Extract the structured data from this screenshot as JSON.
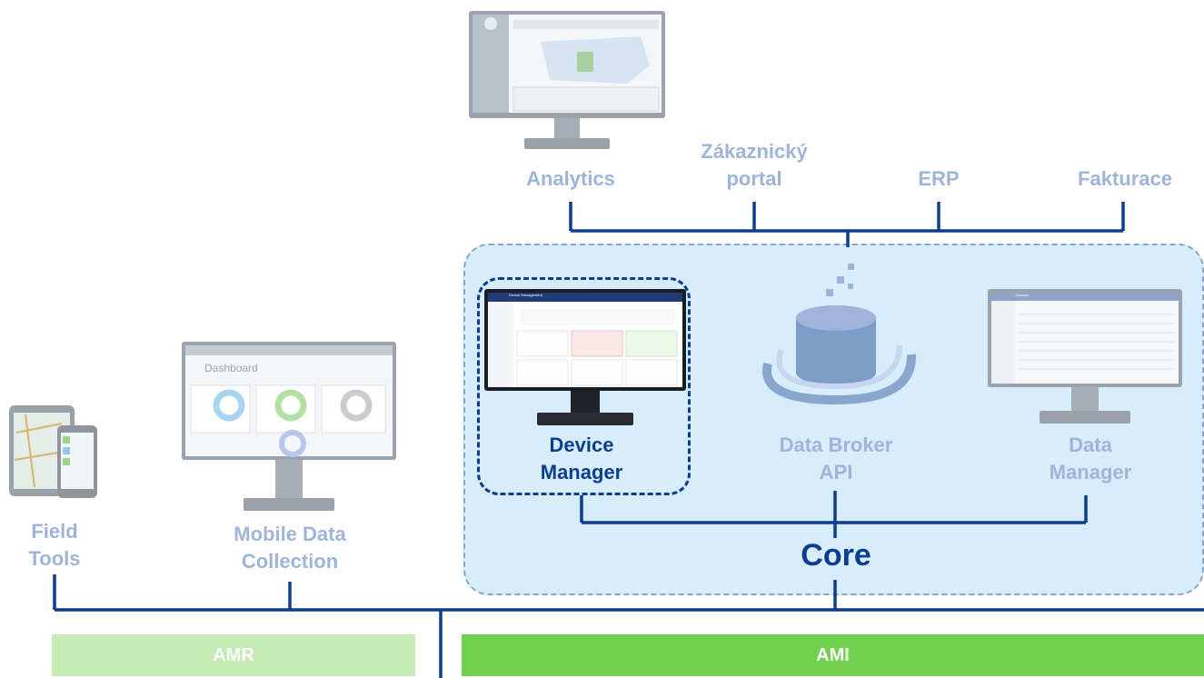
{
  "top_labels": {
    "analytics": "Analytics",
    "zakaznicky_portal": [
      "Zákaznický",
      "portal"
    ],
    "erp": "ERP",
    "fakturace": "Fakturace"
  },
  "core": {
    "title": "Core",
    "device_manager": [
      "Device",
      "Manager"
    ],
    "data_broker": [
      "Data Broker",
      "API"
    ],
    "data_manager": [
      "Data",
      "Manager"
    ]
  },
  "field": {
    "field_tools": [
      "Field",
      "Tools"
    ],
    "mobile_data": [
      "Mobile Data",
      "Collection"
    ]
  },
  "bands": {
    "amr": "AMR",
    "ami": "AMI"
  },
  "screens": {
    "dashboard_title": "Dashboard",
    "device_management_title": "Device Management",
    "data_manager_title": "Devices"
  },
  "colors": {
    "line": "#0d3d8f",
    "inactive_text": "#9fb4d8",
    "active_text": "#0d3d8f",
    "core_bg": "#d7edfb",
    "amr": "#c4ecb4",
    "ami": "#6fd14f"
  }
}
